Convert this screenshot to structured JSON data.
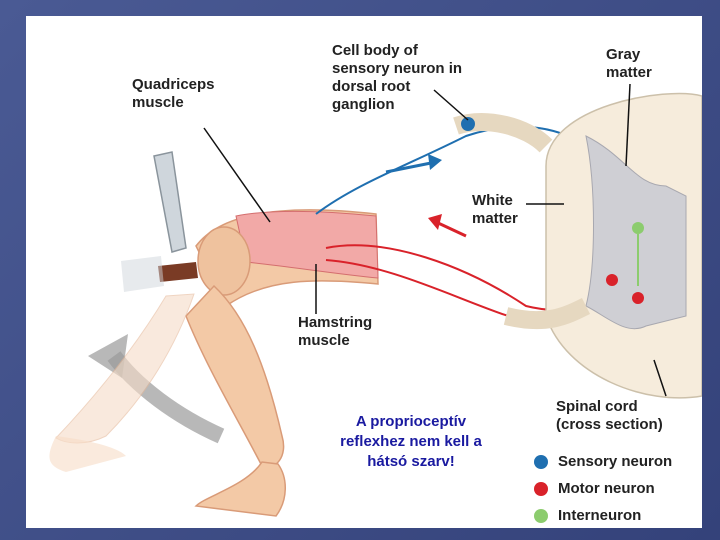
{
  "labels": {
    "cell_body": "Cell body of\nsensory neuron in\ndorsal root\nganglion",
    "gray_matter": "Gray\nmatter",
    "quadriceps": "Quadriceps\nmuscle",
    "white_matter": "White\nmatter",
    "hamstring": "Hamstring\nmuscle",
    "spinal_cord": "Spinal cord\n(cross section)"
  },
  "note": "A proprioceptív reflexhez nem kell a hátsó szarv!",
  "legend": [
    {
      "label": "Sensory neuron",
      "color": "#1f6fb0"
    },
    {
      "label": "Motor neuron",
      "color": "#d9222a"
    },
    {
      "label": "Interneuron",
      "color": "#8ccc6e"
    }
  ]
}
